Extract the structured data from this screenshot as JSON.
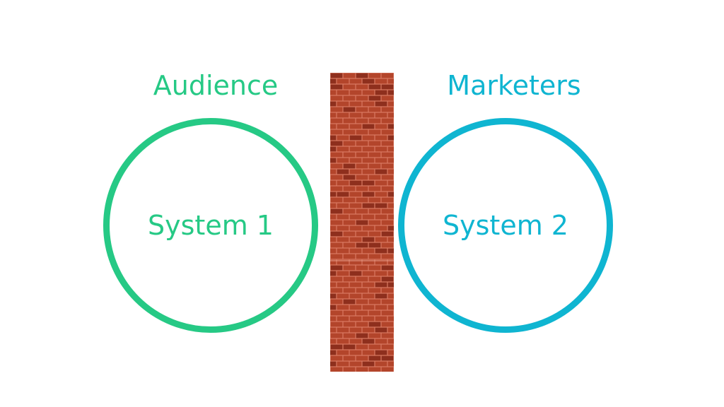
{
  "left_group": {
    "title": "Audience",
    "circle_label": "System 1"
  },
  "right_group": {
    "title": "Marketers",
    "circle_label": "System 2"
  },
  "colors": {
    "left_accent": "#26c985",
    "right_accent": "#0fb5d1",
    "brick": "#b3452b",
    "brick_dark": "#8e2f1d",
    "mortar": "#d97a62"
  },
  "wall": {
    "icon": "brick-wall-icon"
  }
}
